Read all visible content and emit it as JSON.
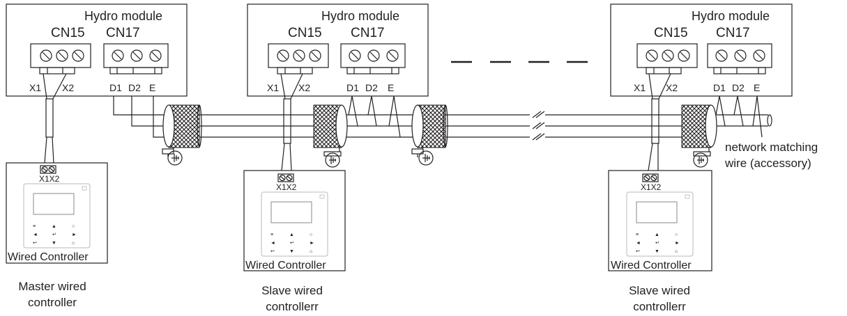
{
  "module_title": "Hydro module",
  "connector_cn15": "CN15",
  "connector_cn17": "CN17",
  "terminal_labels": [
    "X1",
    "X2",
    "D1",
    "D2",
    "E"
  ],
  "controller_terminal_label": "X1X2",
  "controller_name": "Wired Controller",
  "captions": {
    "master_line1": "Master wired",
    "master_line2": "controller",
    "slave_line1": "Slave wired",
    "slave_line2": "controllerr"
  },
  "network_wire_line1": "network matching",
  "network_wire_line2": "wire (accessory)",
  "colors": {
    "line": "#231f20",
    "background": "#ffffff",
    "key_glyph": "#555555"
  },
  "icons": [
    "screw-terminal-icon",
    "ground-symbol-icon",
    "cable-shield-icon",
    "wired-controller-icon"
  ]
}
